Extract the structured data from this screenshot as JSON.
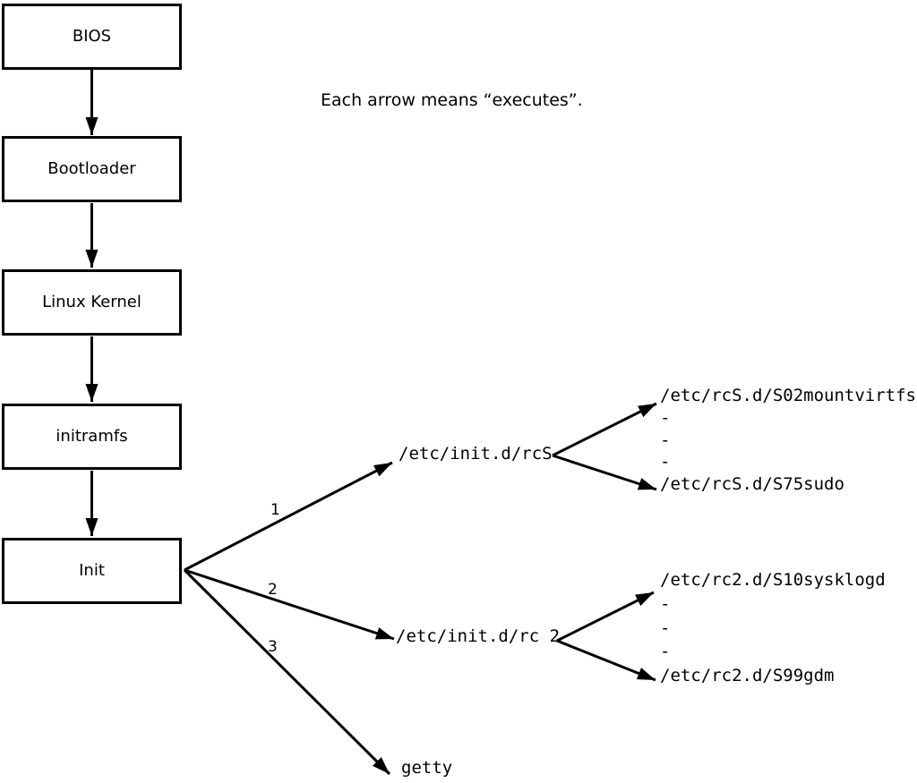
{
  "note": "Each arrow means “executes”.",
  "flow": {
    "boxes": [
      {
        "label": "BIOS"
      },
      {
        "label": "Bootloader"
      },
      {
        "label": "Linux Kernel"
      },
      {
        "label": "initramfs"
      },
      {
        "label": "Init"
      }
    ]
  },
  "arrow_labels": {
    "first": "1",
    "second": "2",
    "third": "3"
  },
  "branches": {
    "rcS": {
      "parent": "/etc/init.d/rcS",
      "children": [
        "/etc/rcS.d/S02mountvirtfs",
        "-",
        "-",
        "-",
        "/etc/rcS.d/S75sudo"
      ]
    },
    "rc2": {
      "parent": "/etc/init.d/rc 2",
      "children": [
        "/etc/rc2.d/S10sysklogd",
        "-",
        "-",
        "-",
        "/etc/rc2.d/S99gdm"
      ]
    },
    "getty": {
      "parent": "getty"
    }
  },
  "colors": {
    "line": "#000000",
    "background": "#ffffff"
  }
}
